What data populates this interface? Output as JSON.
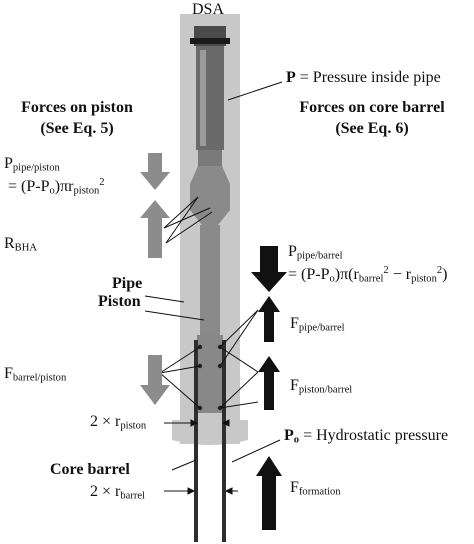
{
  "top_label": "DSA",
  "header_left": {
    "line1": "Forces on piston",
    "line2": "(See Eq. 5)"
  },
  "header_right": {
    "line1": "Forces on core barrel",
    "line2": "(See Eq. 6)"
  },
  "pressure_inside": {
    "symbol": "P",
    "text": " = Pressure inside pipe"
  },
  "hydrostatic": {
    "symbol": "P",
    "symbol_sub": "o",
    "text": " = Hydrostatic pressure"
  },
  "p_pipe_piston": {
    "main": "P",
    "sub": "pipe/piston",
    "eq_prefix": "= (P-P",
    "eq_sub": "o",
    "eq_mid": ")πr",
    "eq_sub2": "piston",
    "eq_sup": "2"
  },
  "r_bha": {
    "main": "R",
    "sub": "BHA"
  },
  "pipe_label": "Pipe",
  "piston_label": "Piston",
  "f_barrel_piston": {
    "main": "F",
    "sub": "barrel/piston"
  },
  "r_piston_dim": {
    "prefix": "2 × r",
    "sub": "piston"
  },
  "core_barrel_label": "Core barrel",
  "r_barrel_dim": {
    "prefix": "2 × r",
    "sub": "barrel"
  },
  "p_pipe_barrel": {
    "main": "P",
    "sub": "pipe/barrel",
    "eq_prefix": "= (P-P",
    "eq_sub": "o",
    "eq_mid": ")π(r",
    "eq_sub2": "barrel",
    "eq_sup": "2",
    "eq_minus": " − r",
    "eq_sub3": "piston",
    "eq_sup2": "2",
    "eq_close": ")"
  },
  "f_pipe_barrel": {
    "main": "F",
    "sub": "pipe/barrel"
  },
  "f_piston_barrel": {
    "main": "F",
    "sub": "piston/barrel"
  },
  "f_formation": {
    "main": "F",
    "sub": "formation"
  },
  "colors": {
    "outer_pipe": "#c8c8c8",
    "tool": "#8a8a8a",
    "dark_tool": "#5e5e5e",
    "arrow_gray": "#8c8c8c",
    "arrow_black": "#111111"
  }
}
